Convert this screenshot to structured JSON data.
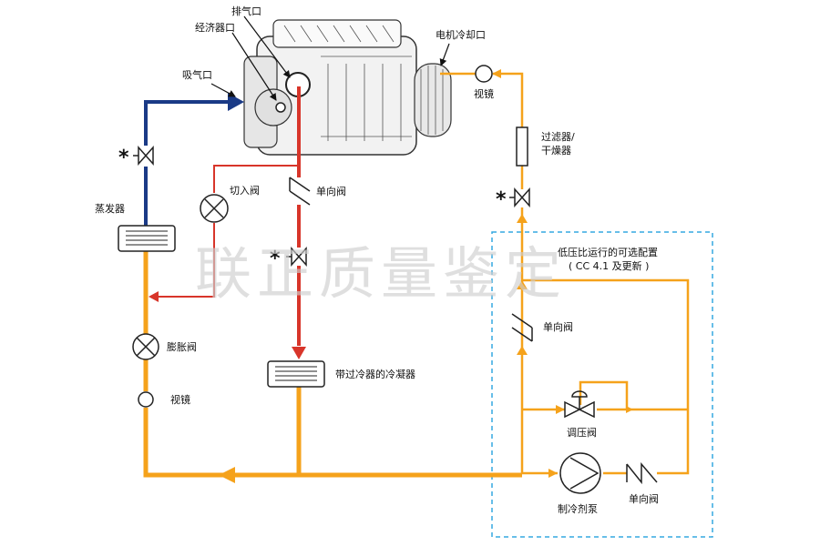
{
  "labels": {
    "discharge_port": "排气口",
    "economizer_port": "经济器口",
    "suction_port": "吸气口",
    "motor_cooling_port": "电机冷却口",
    "sight_glass_top": "视镜",
    "filter_dryer_1": "过滤器/",
    "filter_dryer_2": "干燥器",
    "cut_in_valve": "切入阀",
    "check_valve_discharge": "单向阀",
    "evaporator": "蒸发器",
    "expansion_valve": "膨胀阀",
    "sight_glass_bottom": "视镜",
    "condenser": "带过冷器的冷凝器",
    "option_title": "低压比运行的可选配置",
    "option_subtitle": "( CC 4.1 及更新 )",
    "check_valve_option": "单向阀",
    "pressure_regulating_valve": "调压阀",
    "refrigerant_pump": "制冷剂泵",
    "check_valve_pump": "单向阀",
    "asterisk": "*"
  },
  "watermark": "联正质量鉴定",
  "colors": {
    "suction_line": "#1a3a86",
    "discharge_line": "#d8352a",
    "liquid_line": "#f5a21b",
    "option_box": "#35a8e0"
  }
}
